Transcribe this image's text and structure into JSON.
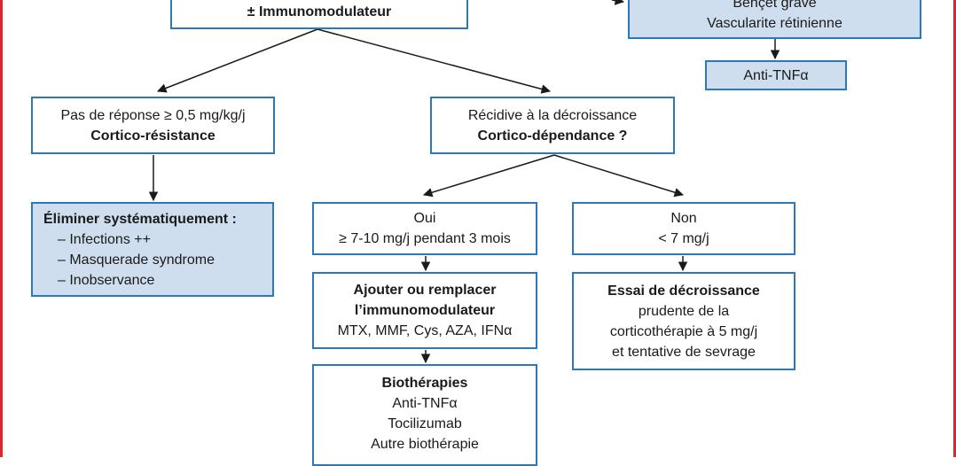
{
  "top_box": {
    "line2": "± Immunomodulateur"
  },
  "top_right_box": {
    "line1": "Behçet grave",
    "line2": "Vascularite rétinienne"
  },
  "anti_tnf_box": {
    "label": "Anti-TNFα"
  },
  "no_response_box": {
    "line1": "Pas de réponse ≥ 0,5 mg/kg/j",
    "line2": "Cortico-résistance"
  },
  "recurrence_box": {
    "line1": "Récidive à la décroissance",
    "line2": "Cortico-dépendance ?"
  },
  "eliminate_box": {
    "title": "Éliminer systématiquement :",
    "items": [
      "– Infections ++",
      "– Masquerade syndrome",
      "– Inobservance"
    ]
  },
  "yes_box": {
    "line1": "Oui",
    "line2": "≥ 7-10 mg/j pendant 3 mois"
  },
  "no_box": {
    "line1": "Non",
    "line2": "< 7 mg/j"
  },
  "add_replace_box": {
    "line1": "Ajouter ou remplacer",
    "line2": "l’immunomodulateur",
    "line3": "MTX, MMF, Cys, AZA, IFNα"
  },
  "taper_box": {
    "line1": "Essai de décroissance",
    "line2": "prudente de la",
    "line3": "corticothérapie à 5 mg/j",
    "line4": "et tentative de sevrage"
  },
  "biotherapy_box": {
    "title": "Biothérapies",
    "line2": "Anti-TNFα",
    "line3": "Tocilizumab",
    "line4": "Autre biothérapie"
  },
  "colors": {
    "border": "#2b79b8",
    "shaded_fill": "#cfdeee",
    "frame": "#e0262a",
    "arrow": "#1a1a1a"
  }
}
